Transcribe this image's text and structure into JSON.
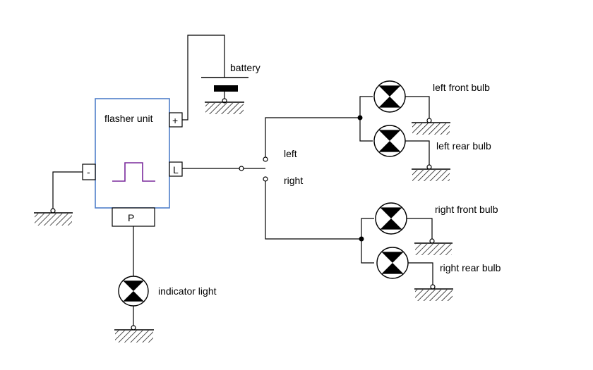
{
  "labels": {
    "battery": "battery",
    "flasher_unit": "flasher unit",
    "terminal_plus": "+",
    "terminal_minus": "-",
    "terminal_l": "L",
    "terminal_p": "P",
    "switch_left": "left",
    "switch_right": "right",
    "left_front_bulb": "left front bulb",
    "left_rear_bulb": "left rear bulb",
    "right_front_bulb": "right front bulb",
    "right_rear_bulb": "right rear bulb",
    "indicator_light": "indicator light"
  },
  "colors": {
    "wire": "#000000",
    "flasher_box": "#4f7fc9",
    "pulse_symbol": "#7a2a9c"
  }
}
